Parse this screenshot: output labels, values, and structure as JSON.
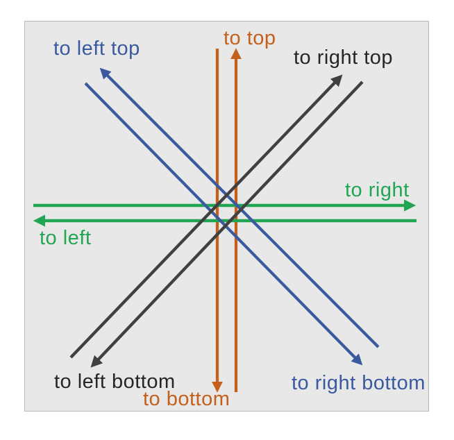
{
  "colors": {
    "page-bg": "#ffffff",
    "panel-bg": "#e9e8e8",
    "panel-border": "#b9b7b7",
    "orange": "#c4601b",
    "green": "#22a553",
    "blue": "#3a5aa0",
    "dark-line": "#404040",
    "dark-text": "#262626"
  },
  "labels": {
    "to_top": "to top",
    "to_bottom": "to bottom",
    "to_left": "to left",
    "to_right": "to right",
    "to_left_top": "to left top",
    "to_right_top": "to right top",
    "to_left_bottom": "to left bottom",
    "to_right_bottom": "to right bottom"
  },
  "arrows": [
    {
      "label": "to top",
      "color": "orange",
      "points": "up"
    },
    {
      "label": "to bottom",
      "color": "orange",
      "points": "down"
    },
    {
      "label": "to right",
      "color": "green",
      "points": "right"
    },
    {
      "label": "to left",
      "color": "green",
      "points": "left"
    },
    {
      "label": "to left top",
      "color": "blue",
      "points": "up-left"
    },
    {
      "label": "to right bottom",
      "color": "blue",
      "points": "down-right"
    },
    {
      "label": "to right top",
      "color": "dark",
      "points": "up-right"
    },
    {
      "label": "to left bottom",
      "color": "dark",
      "points": "down-left"
    }
  ]
}
